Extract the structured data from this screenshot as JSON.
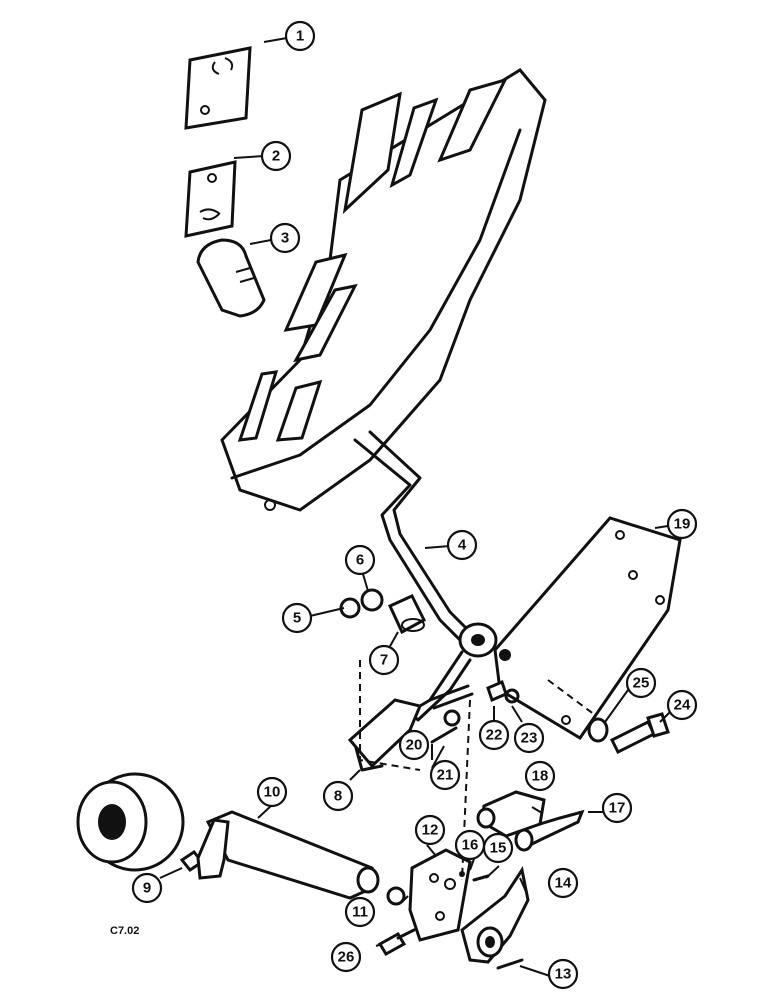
{
  "figure_code": "C7.02",
  "callouts": [
    "1",
    "2",
    "3",
    "4",
    "5",
    "6",
    "7",
    "8",
    "9",
    "10",
    "11",
    "12",
    "13",
    "14",
    "15",
    "16",
    "17",
    "18",
    "19",
    "20",
    "21",
    "22",
    "23",
    "24",
    "25",
    "26"
  ]
}
